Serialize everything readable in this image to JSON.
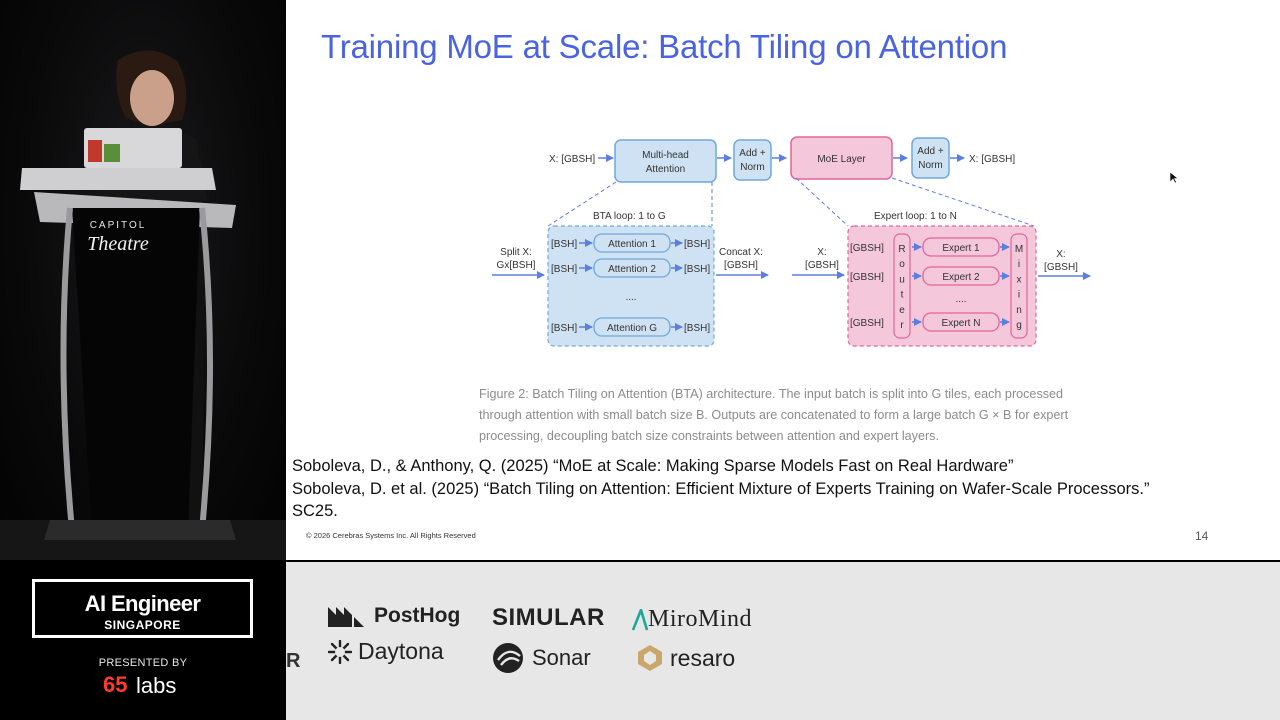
{
  "slide": {
    "title": "Training MoE at Scale: Batch Tiling on Attention",
    "caption": "Figure 2: Batch Tiling on Attention (BTA) architecture. The input batch is split into G tiles, each processed through attention with small batch size B. Outputs are concatenated to form a large batch G × B for expert processing, decoupling batch size constraints between attention and expert layers.",
    "references": [
      "Soboleva, D., & Anthony, Q. (2025) “MoE at Scale: Making Sparse Models Fast on Real Hardware”",
      "Soboleva, D. et al. (2025) “Batch Tiling on Attention: Efficient Mixture of Experts Training on Wafer-Scale Processors.” SC25."
    ],
    "copyright": "© 2026 Cerebras Systems Inc. All Rights Reserved",
    "page_number": "14"
  },
  "diagram": {
    "input_label": "X: [GBSH]",
    "output_label": "X: [GBSH]",
    "mha_label": [
      "Multi-head",
      "Attention"
    ],
    "add_norm_label": [
      "Add +",
      "Norm"
    ],
    "moe_label": "MoE Layer",
    "bta_loop_label": "BTA loop: 1 to G",
    "expert_loop_label": "Expert loop: 1 to N",
    "split_label": [
      "Split X:",
      "Gx[BSH]"
    ],
    "concat_label": [
      "Concat X:",
      "[GBSH]"
    ],
    "expert_in_label": [
      "X:",
      "[GBSH]"
    ],
    "expert_out_label": [
      "X:",
      "[GBSH]"
    ],
    "bsh": "[BSH]",
    "gbsh": "[GBSH]",
    "ellipsis": "....",
    "attention_rows": [
      "Attention 1",
      "Attention 2",
      "Attention G"
    ],
    "expert_rows": [
      "Expert 1",
      "Expert 2",
      "Expert N"
    ],
    "router_letters": [
      "R",
      "o",
      "u",
      "t",
      "e",
      "r"
    ],
    "mixing_letters": [
      "M",
      "i",
      "x",
      "i",
      "n",
      "g"
    ],
    "colors": {
      "blue_fill": "#cfe2f3",
      "blue_stroke": "#6fa8dc",
      "pink_fill": "#f4c7da",
      "pink_stroke": "#e06699",
      "arrow": "#5b7fe0",
      "dash": "#5b7fe0"
    }
  },
  "branding": {
    "title": "AI Engineer",
    "subtitle": "SINGAPORE",
    "presented_by": "PRESENTED BY",
    "presenter_num": "65",
    "presenter_word": "labs"
  },
  "podium": {
    "line1": "CAPITOL",
    "line2": "Theatre"
  },
  "sponsors": {
    "edge": "R",
    "items": [
      "PostHog",
      "Daytona",
      "SIMULAR",
      "Sonar",
      "MiroMind",
      "resaro"
    ]
  }
}
